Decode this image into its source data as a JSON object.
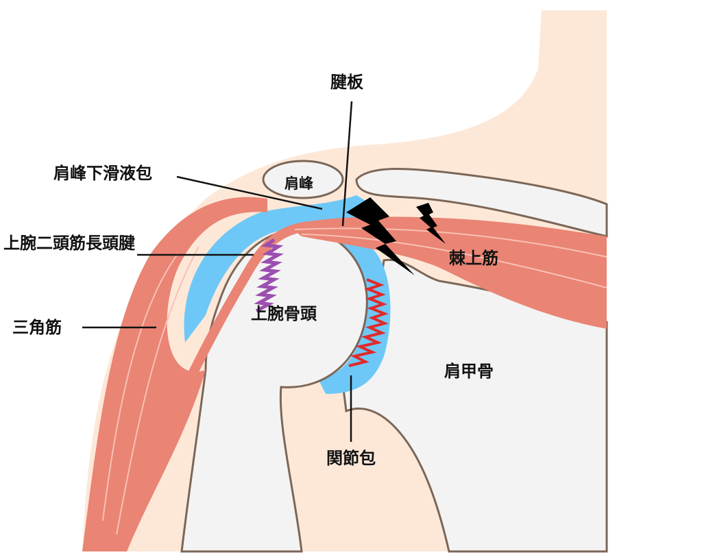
{
  "labels": {
    "rotator_cuff": "腱板",
    "subacromial_bursa": "肩峰下滑液包",
    "acromion": "肩峰",
    "biceps_long_head_tendon": "上腕二頭筋長頭腱",
    "deltoid": "三角筋",
    "humeral_head": "上腕骨頭",
    "supraspinatus": "棘上筋",
    "scapula": "肩甲骨",
    "joint_capsule": "関節包"
  },
  "colors": {
    "skin": "#fde8d8",
    "bone": "#f3f3f3",
    "bone_outline": "#7b6657",
    "bursa": "#6ec8f7",
    "muscle": "#ea8474",
    "pain_bolt": "#000000",
    "biceps_inflammation": "#9b4fb0",
    "capsule_inflammation": "#e02a2a"
  }
}
